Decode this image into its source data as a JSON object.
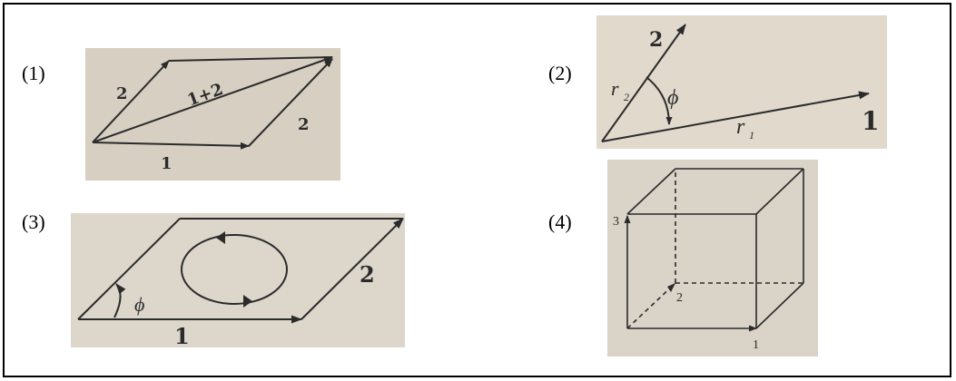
{
  "panels": [
    {
      "label": "(1)",
      "vector_labels": [
        "1",
        "2",
        "1+2",
        "2"
      ]
    },
    {
      "label": "(2)",
      "vector_labels": [
        "2",
        "r",
        "2",
        "ϕ",
        "1",
        "r",
        "1"
      ]
    },
    {
      "label": "(3)",
      "vector_labels": [
        "ϕ",
        "1",
        "2"
      ]
    },
    {
      "label": "(4)",
      "vector_labels": [
        "3",
        "2",
        "1"
      ]
    }
  ],
  "colors": {
    "paper": "#d8d2c6",
    "paper_light": "#e4ded2",
    "ink": "#2b2b2b",
    "frame": "#000000"
  }
}
